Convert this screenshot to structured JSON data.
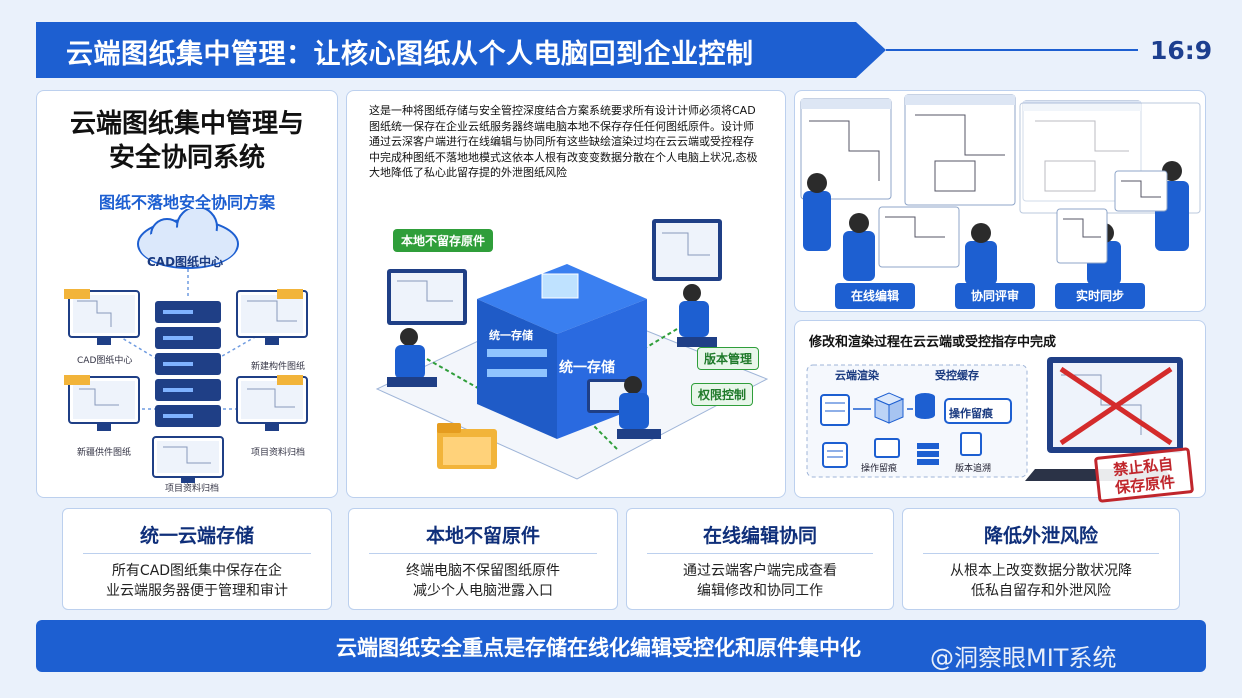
{
  "header": {
    "title": "云端图纸集中管理：让核心图纸从个人电脑回到企业控制",
    "ratio": "16:9"
  },
  "left_panel": {
    "title_line1": "云端图纸集中管理与",
    "title_line2": "安全协同系统",
    "subtitle": "图纸不落地安全协同方案",
    "cloud_label": "CAD图纸中心",
    "captions": [
      "CAD图纸中心",
      "新建构件图纸",
      "新疆供件图纸",
      "项目资料归档",
      "项目资料归档"
    ]
  },
  "middle_panel": {
    "description": "这是一种将图纸存储与安全管控深度结合方案系统要求所有设计计师必须将CAD图纸统一保存在企业云纸服务器终端电脑本地不保存存任任何图纸原件。设计师通过云深客户端进行在线编辑与协同所有这些缺绘渲染过均在云云端或受控程存中完成种图纸不落地地模式这依本人根有改变变数据分散在个人电脑上状况,态极大地降低了私心此留存提的外泄图纸风险",
    "tag_local": "本地不留存原件",
    "server_label": "统一存储",
    "server_label_small": "统一存储",
    "tag_version": "版本管理",
    "tag_permission": "权限控制"
  },
  "right_top": {
    "buttons": [
      "在线编辑",
      "协同评审",
      "实时同步"
    ]
  },
  "right_bottom": {
    "caption": "修改和渲染过程在云云端或受控指存中完成",
    "flow_cloud": "云端渲染",
    "flow_cache": "受控缓存",
    "op_log": "操作留痕",
    "op_log_small": "操作留痕",
    "version_trace": "版本追溯",
    "stamp_line1": "禁止私自",
    "stamp_line2": "保存原件"
  },
  "cards": [
    {
      "title": "统一云端存储",
      "line1": "所有CAD图纸集中保存在企",
      "line2": "业云端服务器便于管理和审计"
    },
    {
      "title": "本地不留原件",
      "line1": "终端电脑不保留图纸原件",
      "line2": "减少个人电脑泄露入口"
    },
    {
      "title": "在线编辑协同",
      "line1": "通过云端客户端完成查看",
      "line2": "编辑修改和协同工作"
    },
    {
      "title": "降低外泄风险",
      "line1": "从根本上改变数据分散状况降",
      "line2": "低私自留存和外泄风险"
    }
  ],
  "footer": {
    "text": "云端图纸安全重点是存储在线化编辑受控化和原件集中化",
    "watermark": "@洞察眼MIT系统"
  },
  "colors": {
    "primary": "#1d5fd1",
    "green": "#2f9e3a",
    "red": "#c0262c",
    "background": "#eaf1fb"
  }
}
